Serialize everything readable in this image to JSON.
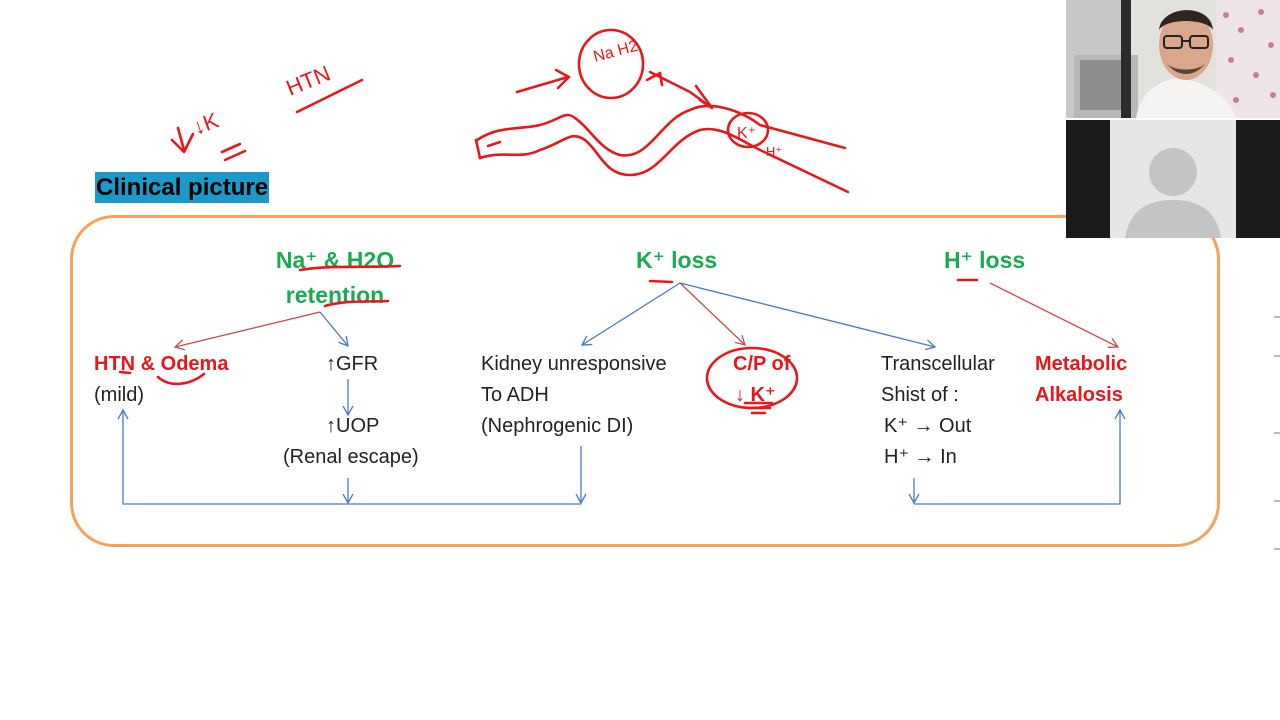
{
  "slide": {
    "title": "Clinical picture",
    "heads": {
      "na": "Na⁺ & H2O",
      "na2": "retention",
      "k": "K⁺ loss",
      "h": "H⁺ loss"
    },
    "boxes": {
      "htn": "HTN & Odema",
      "mild": "(mild)",
      "gfr": "↑GFR",
      "uop": "↑UOP",
      "escape": "(Renal escape)",
      "kidney1": "Kidney unresponsive",
      "kidney2": "To ADH",
      "kidney3": "(Nephrogenic DI)",
      "cp1": "C/P of",
      "cp2": "↓ K⁺",
      "trans1": "Transcellular",
      "trans2": "Shist of :",
      "trans3": "K⁺ → Out",
      "trans4": "H⁺ → In",
      "met1": "Metabolic",
      "met2": "Alkalosis"
    }
  },
  "annotations": {
    "k_low": "↓K",
    "eq": "=",
    "htn": "HTN",
    "na_h2o": "Na H2",
    "k_plus": "K⁺",
    "h_plus": "H⁺"
  },
  "colors": {
    "green": "#1aab52",
    "red": "#e8171c",
    "orange": "#f4a35c",
    "blue_arrow": "#4a79c2",
    "red_arrow": "#c0504d",
    "title_bg": "#1b9ac9"
  },
  "icons": [
    "person-placeholder-icon"
  ]
}
